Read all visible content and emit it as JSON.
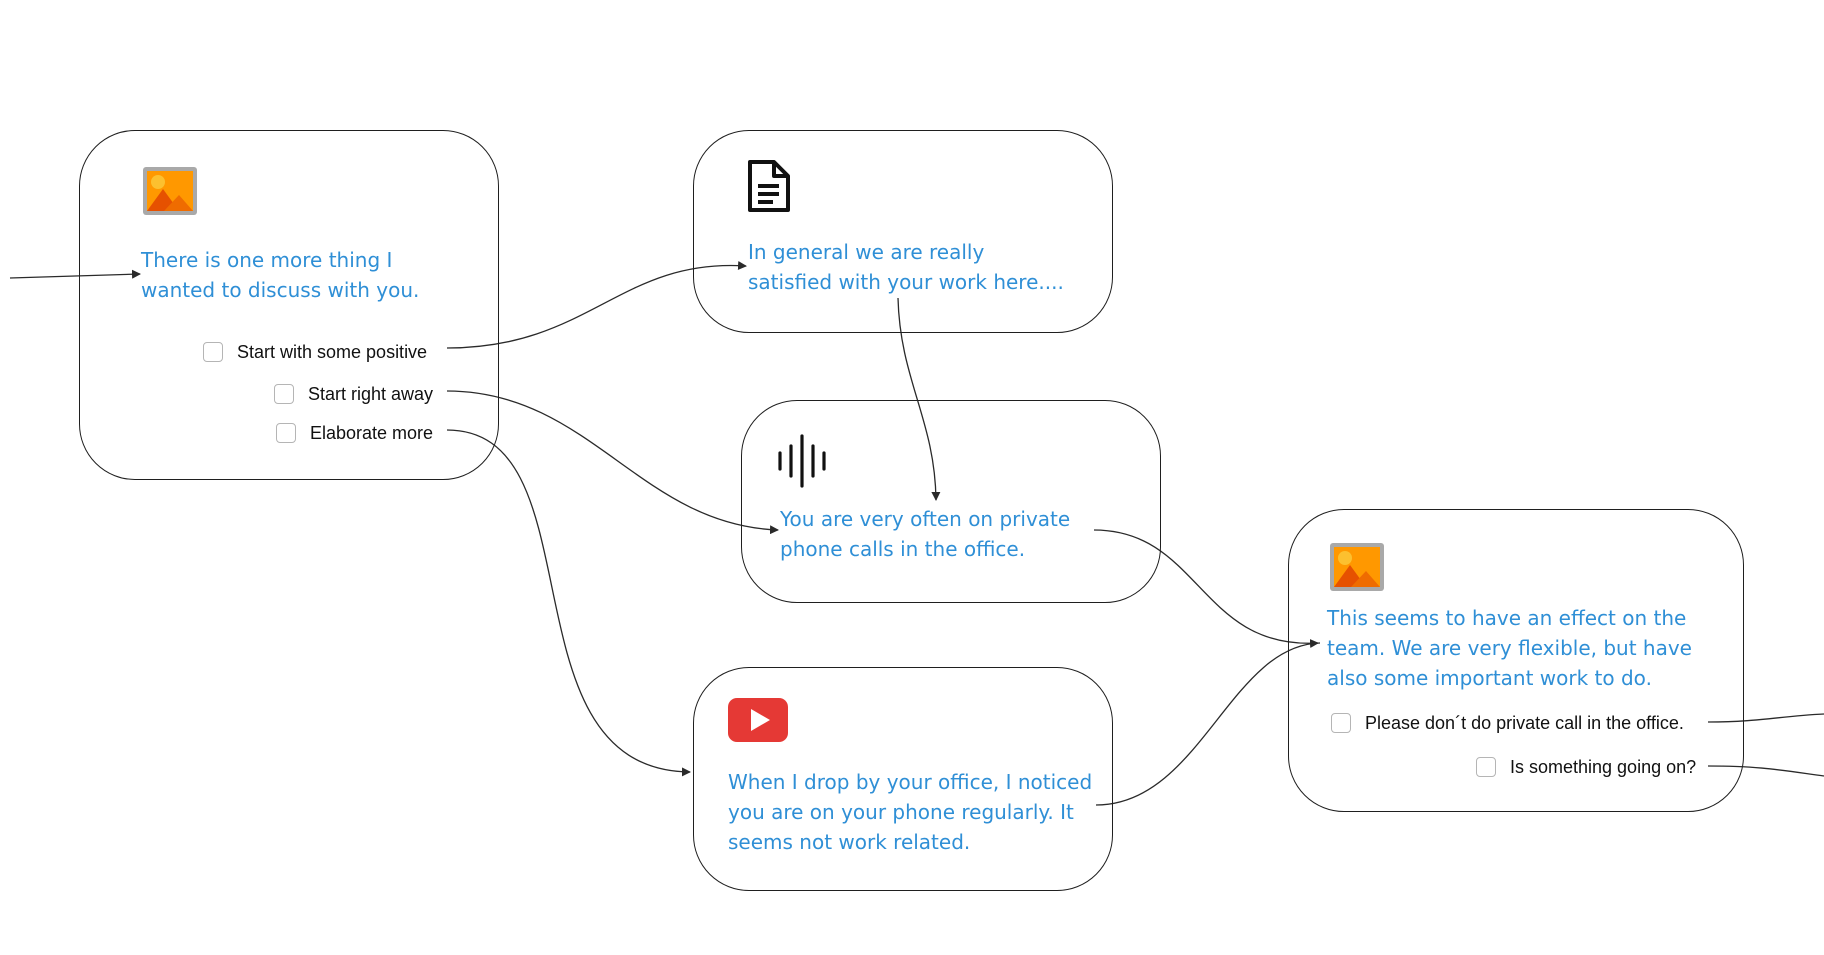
{
  "nodes": {
    "intro": {
      "icon": "image-icon",
      "text": "There is one more thing I wanted to discuss with you.",
      "options": [
        {
          "label": "Start with some positive"
        },
        {
          "label": "Start right away"
        },
        {
          "label": "Elaborate more"
        }
      ]
    },
    "positive": {
      "icon": "document-icon",
      "text": "In general we are really satisfied with your work here...."
    },
    "calls": {
      "icon": "audio-waveform-icon",
      "text": "You are very often on private phone calls in the office."
    },
    "video": {
      "icon": "play-video-icon",
      "text": "When I drop by your office, I noticed you are on your phone regularly. It seems not work related."
    },
    "effect": {
      "icon": "image-icon",
      "text": "This seems to have an effect on the team. We are very flexible, but have also some important work to do.",
      "options": [
        {
          "label": "Please don´t do private call in the office."
        },
        {
          "label": "Is something going on?"
        }
      ]
    }
  },
  "colors": {
    "node_text": "#2f8fd6",
    "border": "#1f1f1f",
    "connector": "#2a2a2a",
    "checkbox_border": "#b5b5b5",
    "video_red": "#e53935",
    "image_sun": "#fcc02f",
    "image_mountain": "#e65100"
  }
}
